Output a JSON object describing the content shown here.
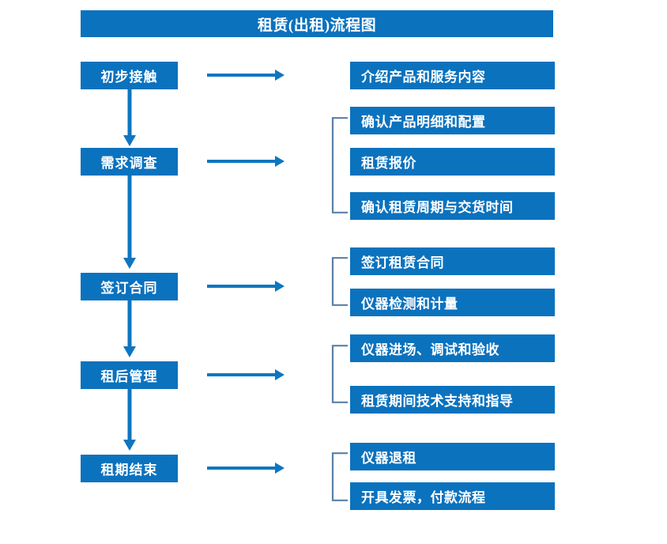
{
  "title": "租赁(出租)流程图",
  "colors": {
    "box_blue": "#0B72BE",
    "arrow_blue": "#0E76C0",
    "bracket_blue": "#5B7FA8",
    "text_white": "#FFFFFF",
    "background": "#FFFFFF"
  },
  "stages": [
    {
      "label": "初步接触"
    },
    {
      "label": "需求调查"
    },
    {
      "label": "签订合同"
    },
    {
      "label": "租后管理"
    },
    {
      "label": "租期结束"
    }
  ],
  "details": [
    {
      "label": "介绍产品和服务内容"
    },
    {
      "label": "确认产品明细和配置"
    },
    {
      "label": "租赁报价"
    },
    {
      "label": "确认租赁周期与交货时间"
    },
    {
      "label": "签订租赁合同"
    },
    {
      "label": "仪器检测和计量"
    },
    {
      "label": "仪器进场、调试和验收"
    },
    {
      "label": "租赁期间技术支持和指导"
    },
    {
      "label": "仪器退租"
    },
    {
      "label": "开具发票，付款流程"
    }
  ],
  "icons": {
    "right_arrow": "right-arrow-icon",
    "down_arrow": "down-arrow-icon",
    "bracket": "group-bracket-icon"
  }
}
